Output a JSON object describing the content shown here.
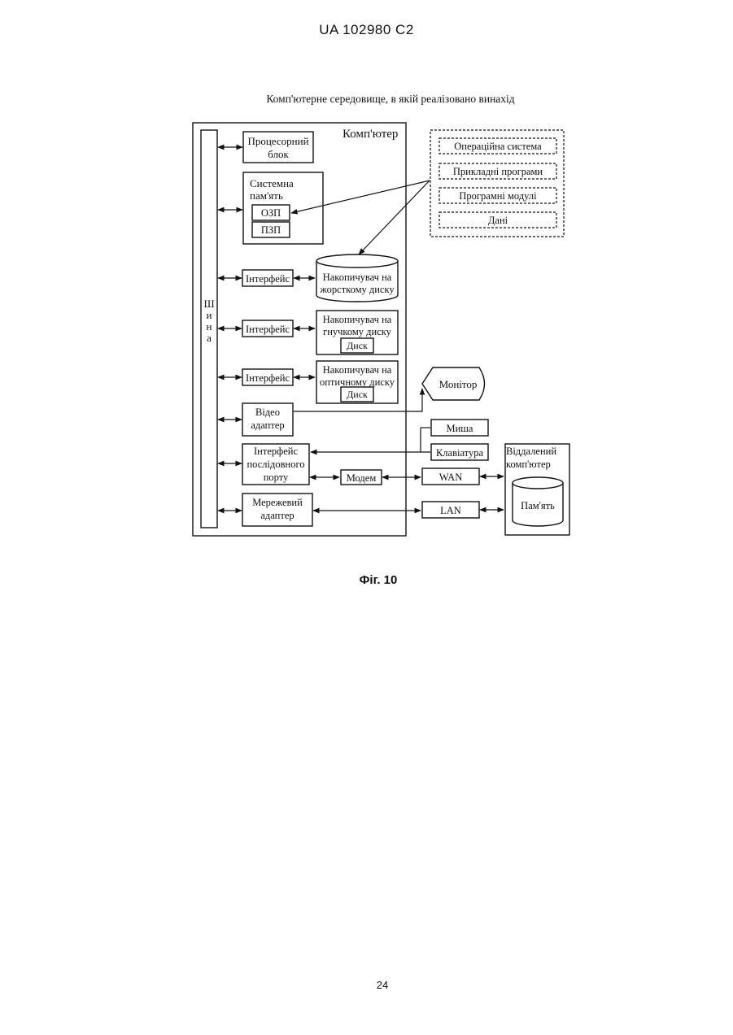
{
  "header": {
    "doc_id": "UA   102980   C2"
  },
  "diagram": {
    "title": "Комп'ютерне середовище, в якій реалізовано винахід",
    "computer_label": "Комп'ютер",
    "bus_label": [
      "Ш",
      "и",
      "н",
      "а"
    ],
    "processor": [
      "Процесорний",
      "блок"
    ],
    "system_memory": [
      "Системна",
      "пам'ять"
    ],
    "ram": "ОЗП",
    "rom": "ПЗП",
    "interface_label": "Інтерфейс",
    "hdd": [
      "Накопичувач на",
      "жорсткому диску"
    ],
    "fdd": [
      "Накопичувач на",
      "гнучкому диску"
    ],
    "odd": [
      "Накопичувач на",
      "оптичному диску"
    ],
    "disk_label": "Диск",
    "video_adapter": [
      "Відео",
      "адаптер"
    ],
    "serial_port": [
      "Інтерфейс",
      "послідовного",
      "порту"
    ],
    "network_adapter": [
      "Мережевий",
      "адаптер"
    ],
    "modem": "Модем",
    "monitor": "Монітор",
    "mouse": "Миша",
    "keyboard": "Клавіатура",
    "wan": "WAN",
    "lan": "LAN",
    "remote_computer": [
      "Віддалений",
      "комп'ютер"
    ],
    "remote_memory": "Пам'ять",
    "software": [
      "Операційна система",
      "Прикладні програми",
      "Програмні модулі",
      "Дані"
    ]
  },
  "caption": "Фіг. 10",
  "page_number": "24"
}
